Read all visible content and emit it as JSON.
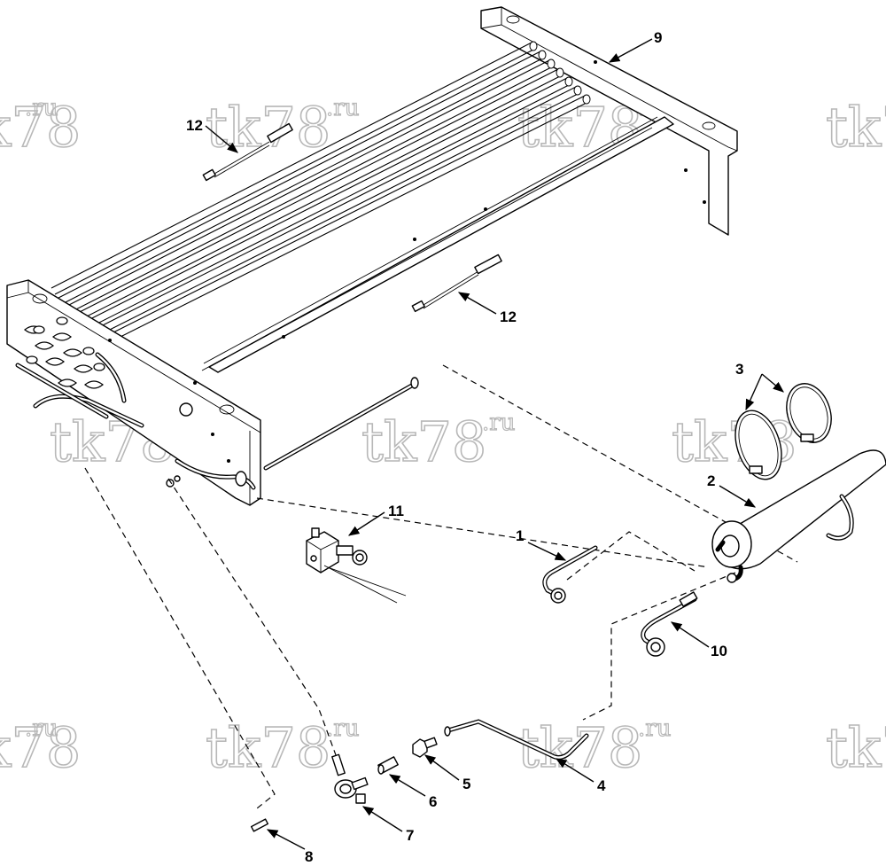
{
  "watermark": {
    "main": "tk78",
    "suffix": ".ru"
  },
  "callouts": [
    {
      "id": "1",
      "label": "1"
    },
    {
      "id": "2",
      "label": "2"
    },
    {
      "id": "3",
      "label": "3"
    },
    {
      "id": "4",
      "label": "4"
    },
    {
      "id": "5",
      "label": "5"
    },
    {
      "id": "6",
      "label": "6"
    },
    {
      "id": "7",
      "label": "7"
    },
    {
      "id": "8",
      "label": "8"
    },
    {
      "id": "9",
      "label": "9"
    },
    {
      "id": "10",
      "label": "10"
    },
    {
      "id": "11",
      "label": "11"
    },
    {
      "id": "12a",
      "label": "12"
    },
    {
      "id": "12b",
      "label": "12"
    }
  ]
}
